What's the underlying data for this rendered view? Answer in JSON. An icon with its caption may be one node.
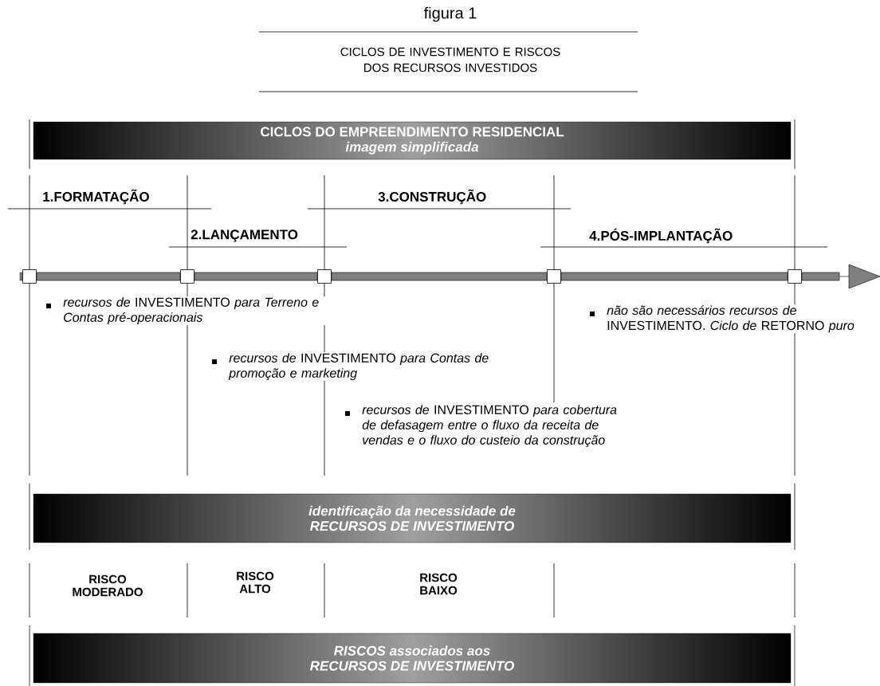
{
  "diagram": {
    "title": "figura 1",
    "nodes": [
      {
        "text": [
          "CICLOS DO EMPREENDIMENTO RESIDENCIAL",
          "imagem simplificada"
        ]
      },
      {
        "text": [],
        "shape": "box"
      },
      {
        "text": [],
        "shape": "box"
      },
      {
        "text": [],
        "shape": "box"
      },
      {
        "text": [],
        "shape": "box"
      },
      {
        "text": [],
        "shape": "box"
      },
      {
        "text": [
          "identificação da necessidade de",
          "RECURSOS DE INVESTIMENTO"
        ]
      },
      {
        "text": [
          "RISCOS associados aos",
          "RECURSOS DE INVESTIMENTO"
        ]
      }
    ],
    "edges": [
      {
        "from": 1,
        "to": 2,
        "arrow": "none"
      },
      {
        "from": 2,
        "to": 3,
        "arrow": "none"
      },
      {
        "from": 3,
        "to": 4,
        "arrow": "none"
      },
      {
        "from": 4,
        "to": 5,
        "arrow": "none"
      },
      {
        "from": 5,
        "to": null,
        "arrow": "to"
      }
    ],
    "labels": [
      "CICLOS DE INVESTIMENTO E RISCOS DOS RECURSOS INVESTIDOS",
      "1.FORMATAÇÃO",
      "2.LANÇAMENTO",
      "3.CONSTRUÇÃO",
      "4.PÓS-IMPLANTAÇÃO",
      "*recursos de* INVESTIMENTO *para Terreno e Contas pré-operacionais*",
      "*recursos de* INVESTIMENTO *para Contas de promoção e marketing*",
      "*recursos de* INVESTIMENTO *para cobertura de defasagem entre o fluxo da receita de vendas e o fluxo do custeio da construção*",
      "*não são necessários recursos de* INVESTIMENTO. *Ciclo de* RETORNO *puro*",
      "RISCO MODERADO",
      "RISCO ALTO",
      "RISCO BAIXO"
    ]
  }
}
